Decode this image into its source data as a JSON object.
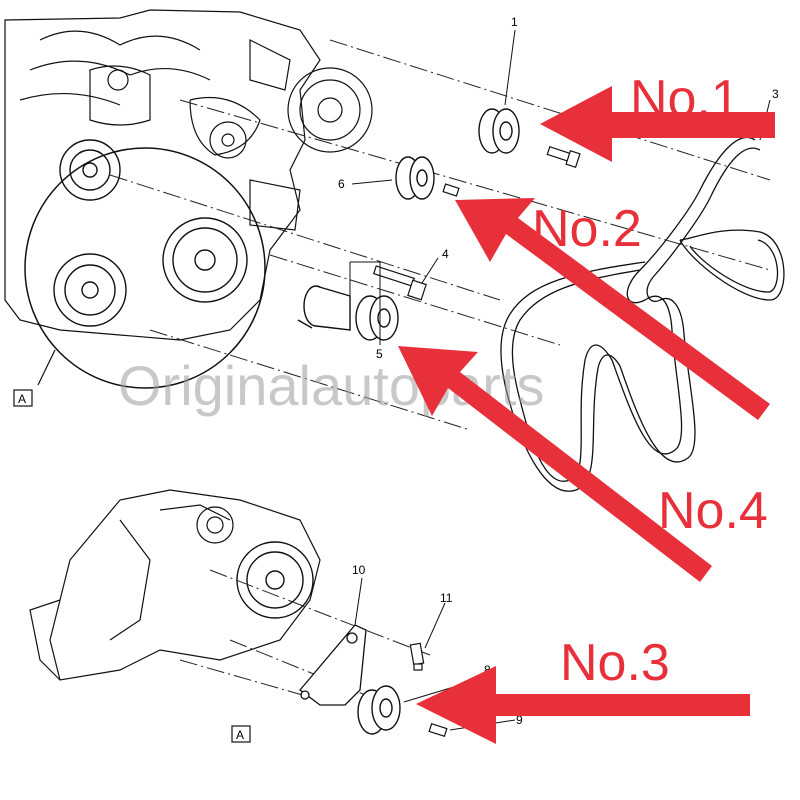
{
  "callouts": [
    {
      "id": "c1",
      "text": "1"
    },
    {
      "id": "c3",
      "text": "3"
    },
    {
      "id": "c4",
      "text": "4"
    },
    {
      "id": "c5",
      "text": "5"
    },
    {
      "id": "c6",
      "text": "6"
    },
    {
      "id": "c8",
      "text": "8"
    },
    {
      "id": "c9",
      "text": "9"
    },
    {
      "id": "c10",
      "text": "10"
    },
    {
      "id": "c11",
      "text": "11"
    }
  ],
  "overlay_labels": {
    "no1": "No.1",
    "no2": "No.2",
    "no3": "No.3",
    "no4": "No.4"
  },
  "watermark": "Originalautoparts",
  "view_markers": {
    "top": "A",
    "bottom": "A"
  },
  "colors": {
    "arrow": "#e8303b",
    "line": "#111111",
    "watermark": "#9a9a9a"
  }
}
